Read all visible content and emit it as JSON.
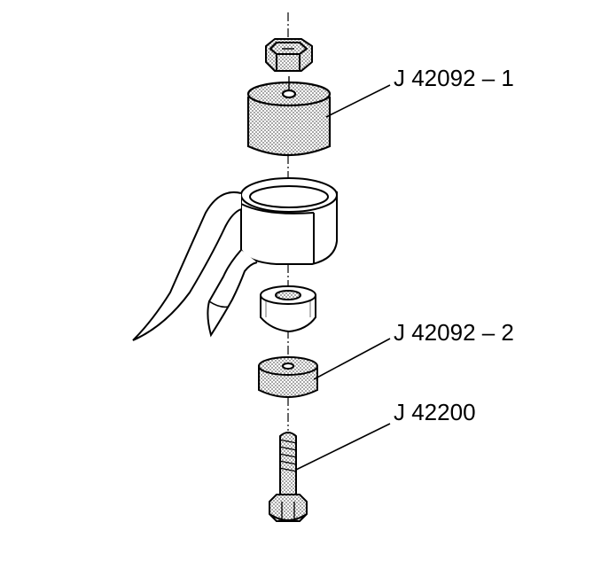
{
  "labels": {
    "upper_cup": "J 42092 – 1",
    "lower_cup": "J 42092 – 2",
    "bolt": "J 42200"
  },
  "colors": {
    "line": "#000000",
    "fill": "#ffffff",
    "shade": "#b8b8b8"
  }
}
